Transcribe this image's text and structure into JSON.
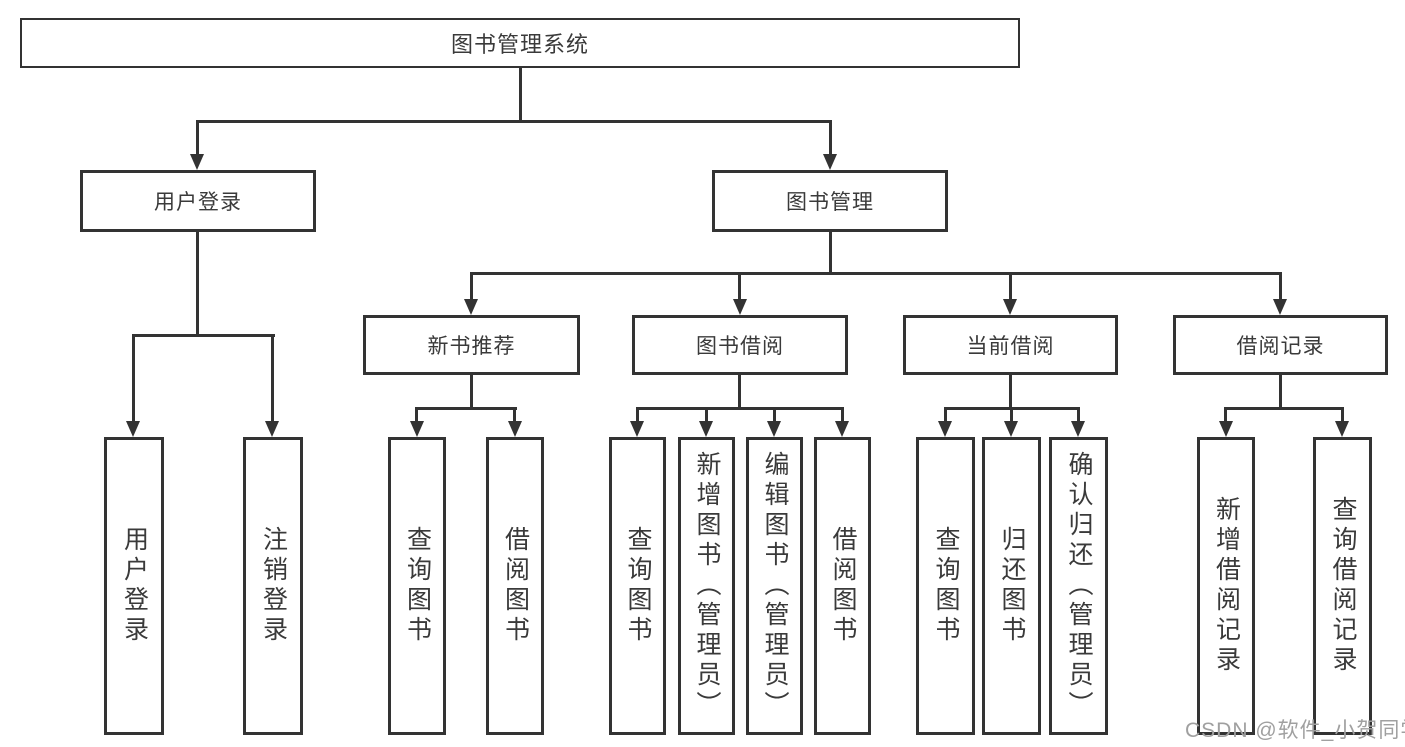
{
  "diagram": {
    "type": "tree",
    "root": {
      "label": "图书管理系统",
      "children": [
        {
          "label": "用户登录",
          "children": [
            {
              "label": "用户登录"
            },
            {
              "label": "注销登录"
            }
          ]
        },
        {
          "label": "图书管理",
          "children": [
            {
              "label": "新书推荐",
              "children": [
                {
                  "label": "查询图书"
                },
                {
                  "label": "借阅图书"
                }
              ]
            },
            {
              "label": "图书借阅",
              "children": [
                {
                  "label": "查询图书"
                },
                {
                  "label": "新增图书（管理员）"
                },
                {
                  "label": "编辑图书（管理员）"
                },
                {
                  "label": "借阅图书"
                }
              ]
            },
            {
              "label": "当前借阅",
              "children": [
                {
                  "label": "查询图书"
                },
                {
                  "label": "归还图书"
                },
                {
                  "label": "确认归还（管理员）"
                }
              ]
            },
            {
              "label": "借阅记录",
              "children": [
                {
                  "label": "新增借阅记录"
                },
                {
                  "label": "查询借阅记录"
                }
              ]
            }
          ]
        }
      ]
    }
  },
  "watermark": {
    "text": "CSDN @软件_小贺同学"
  },
  "colors": {
    "line": "#333333",
    "text": "#3a3a3a",
    "watermark": "#a0a0a0",
    "background": "#ffffff"
  }
}
